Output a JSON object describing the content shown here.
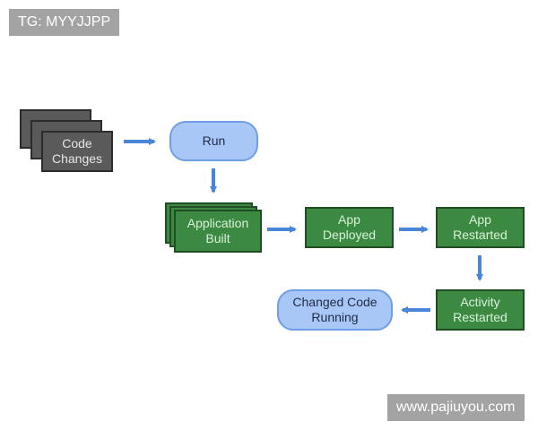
{
  "watermarks": {
    "top": "TG: MYYJJPP",
    "bottom": "www.pajiuyou.com"
  },
  "nodes": {
    "code_changes": "Code\nChanges",
    "run": "Run",
    "application_built": "Application\nBuilt",
    "app_deployed": "App\nDeployed",
    "app_restarted": "App\nRestarted",
    "activity_restarted": "Activity\nRestarted",
    "changed_code_running": "Changed Code\nRunning"
  },
  "colors": {
    "arrow": "#4a86d8",
    "gray": "#5a5a5a",
    "green": "#3c8a42",
    "blue": "#a8c7f7"
  }
}
